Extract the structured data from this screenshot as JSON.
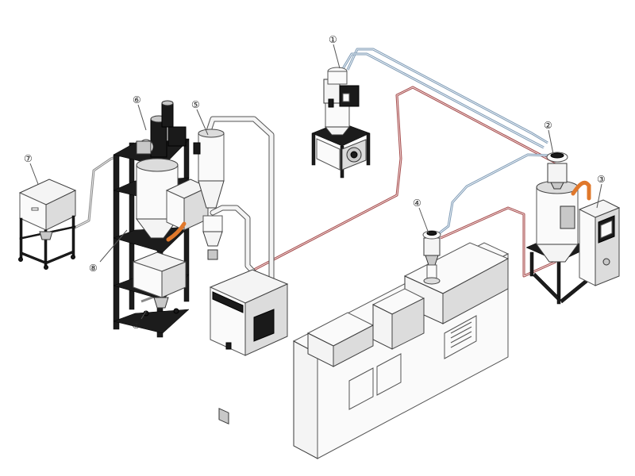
{
  "callouts": [
    {
      "id": "c1",
      "label": "①"
    },
    {
      "id": "c2",
      "label": "②"
    },
    {
      "id": "c3",
      "label": "③"
    },
    {
      "id": "c4",
      "label": "④"
    },
    {
      "id": "c5",
      "label": "⑤"
    },
    {
      "id": "c6",
      "label": "⑥"
    },
    {
      "id": "c7a",
      "label": "⑦"
    },
    {
      "id": "c7b",
      "label": "⑦"
    },
    {
      "id": "c8",
      "label": "⑧"
    }
  ],
  "colors": {
    "return_air_line": "#a44a4a",
    "vacuum_line": "#7f9bb5",
    "hose": "#e0782b",
    "frame": "#1c1c1c"
  }
}
